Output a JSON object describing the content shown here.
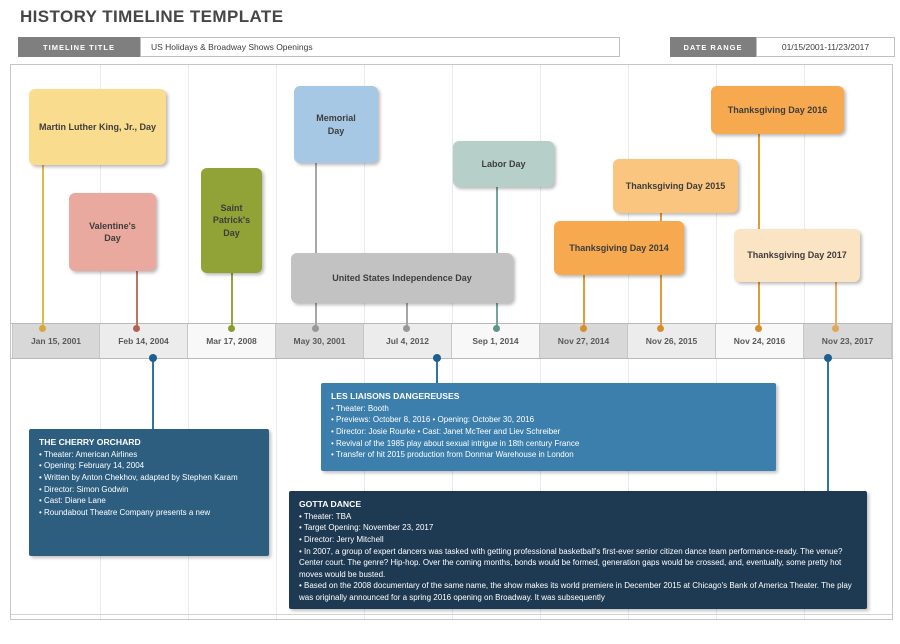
{
  "page": {
    "title": "HISTORY TIMELINE TEMPLATE"
  },
  "header": {
    "timeline_title_label": "TIMELINE TITLE",
    "timeline_title_value": "US Holidays & Broadway Shows Openings",
    "date_range_label": "DATE RANGE",
    "date_range_value": "01/15/2001-11/23/2017"
  },
  "timeline": {
    "dates": [
      "Jan 15, 2001",
      "Feb 14, 2004",
      "Mar 17, 2008",
      "May 30, 2001",
      "Jul 4, 2012",
      "Sep 1, 2014",
      "Nov 27, 2014",
      "Nov 26, 2015",
      "Nov 24, 2016",
      "Nov 23, 2017"
    ],
    "events": [
      {
        "label": "Martin Luther King, Jr., Day",
        "date": "Jan 15, 2001",
        "color": "#FADC8E"
      },
      {
        "label": "Valentine's Day",
        "date": "Feb 14, 2004",
        "color": "#E9A99E"
      },
      {
        "label": "Saint Patrick's Day",
        "date": "Mar 17, 2008",
        "color": "#91A337"
      },
      {
        "label": "Memorial Day",
        "date": "May 30, 2001",
        "color": "#A6C8E4"
      },
      {
        "label": "Labor Day",
        "date": "Sep 1, 2014",
        "color": "#B6D0C9"
      },
      {
        "label": "United States Independence Day",
        "date": "Jul 4, 2012",
        "color": "#C2C2C2"
      },
      {
        "label": "Thanksgiving Day 2014",
        "date": "Nov 27, 2014",
        "color": "#F6A94F"
      },
      {
        "label": "Thanksgiving Day 2015",
        "date": "Nov 26, 2015",
        "color": "#F9C57F"
      },
      {
        "label": "Thanksgiving Day 2016",
        "date": "Nov 24, 2016",
        "color": "#F6A94F"
      },
      {
        "label": "Thanksgiving Day 2017",
        "date": "Nov 23, 2017",
        "color": "#FAE4C3"
      }
    ]
  },
  "details": [
    {
      "title": "THE CHERRY ORCHARD",
      "color": "#2D5E80",
      "bullets": [
        "• Theater: American Airlines",
        "• Opening: February 14, 2004",
        "• Written by Anton Chekhov, adapted by Stephen Karam",
        "• Director: Simon Godwin",
        "• Cast: Diane Lane",
        "• Roundabout Theatre Company presents a new"
      ]
    },
    {
      "title": "LES LIAISONS DANGEREUSES",
      "color": "#3C7EAC",
      "bullets": [
        "• Theater: Booth",
        "• Previews: October 8, 2016 • Opening: October 30, 2016",
        "• Director: Josie Rourke • Cast: Janet McTeer and Liev Schreiber",
        "• Revival of the 1985 play about sexual intrigue in 18th century France",
        "• Transfer of hit 2015 production from Donmar Warehouse in London"
      ]
    },
    {
      "title": "GOTTA DANCE",
      "color": "#1E3A52",
      "bullets": [
        "• Theater: TBA",
        "• Target Opening: November 23, 2017",
        "• Director: Jerry Mitchell",
        "• In 2007, a group of expert dancers was tasked with getting professional basketball's first-ever senior citizen dance team performance-ready. The venue? Center court. The genre? Hip-hop. Over the coming months, bonds would be formed, generation gaps would be crossed, and, eventually, some pretty hot moves would be busted.",
        "• Based on the 2008 documentary of the same name, the show makes its world premiere in December 2015 at Chicago's Bank of America Theater. The play was originally announced for a spring 2016 opening on Broadway. It was subsequently"
      ]
    }
  ],
  "colors": {
    "header_label_bg": "#7F7F7F",
    "bar_cell_dark": "#D8D8D8",
    "bar_cell_mid": "#ECECEC",
    "bar_cell_light": "#F8F8F8",
    "connector_blue": "#2E74A7",
    "detail_dark_steel": "#2D5E80",
    "detail_medium_blue": "#3C7EAC",
    "detail_navy": "#1E3A52"
  }
}
